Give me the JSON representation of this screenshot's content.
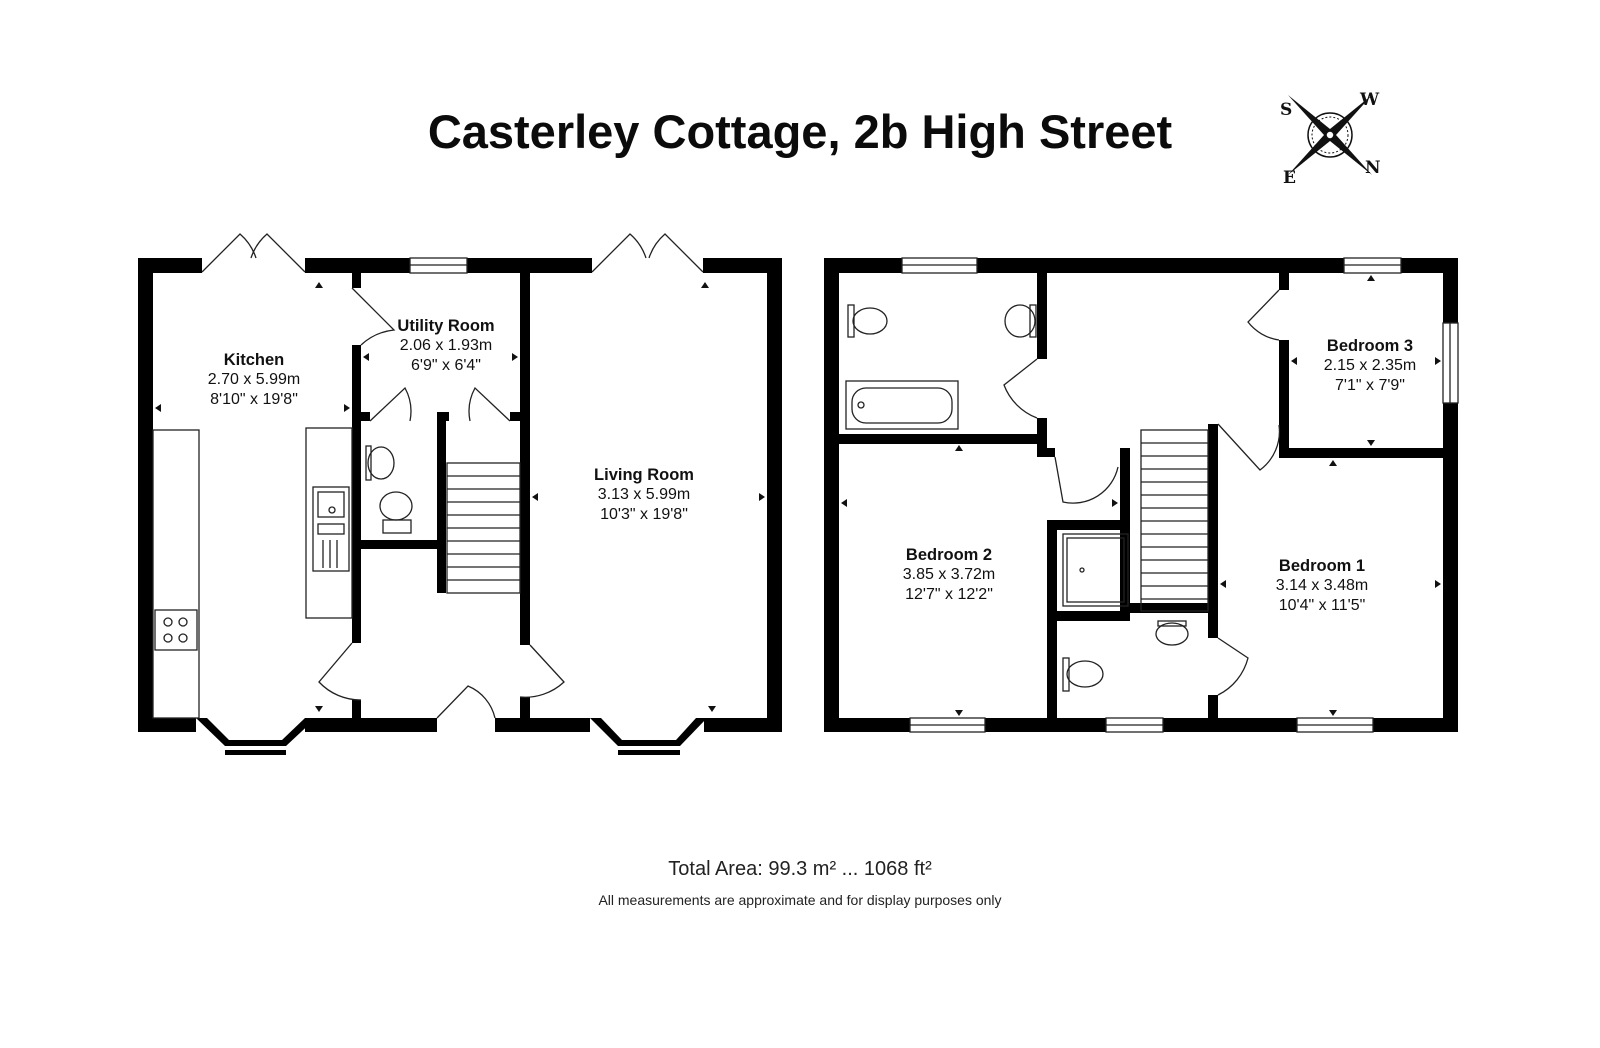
{
  "title": "Casterley Cottage, 2b High Street",
  "compass": {
    "top_left": "S",
    "top_right": "W",
    "bottom_left": "E",
    "bottom_right": "N"
  },
  "ground_floor": {
    "kitchen": {
      "name": "Kitchen",
      "metric": "2.70 x 5.99m",
      "imperial": "8'10\" x 19'8\""
    },
    "utility": {
      "name": "Utility Room",
      "metric": "2.06 x 1.93m",
      "imperial": "6'9\" x 6'4\""
    },
    "living": {
      "name": "Living Room",
      "metric": "3.13 x 5.99m",
      "imperial": "10'3\" x 19'8\""
    }
  },
  "first_floor": {
    "bedroom3": {
      "name": "Bedroom 3",
      "metric": "2.15 x 2.35m",
      "imperial": "7'1\" x 7'9\""
    },
    "bedroom2": {
      "name": "Bedroom 2",
      "metric": "3.85 x 3.72m",
      "imperial": "12'7\" x 12'2\""
    },
    "bedroom1": {
      "name": "Bedroom 1",
      "metric": "3.14 x 3.48m",
      "imperial": "10'4\" x 11'5\""
    }
  },
  "footer": {
    "total_area": "Total Area: 99.3 m² ... 1068 ft²",
    "disclaimer": "All measurements are approximate and for display purposes only"
  }
}
